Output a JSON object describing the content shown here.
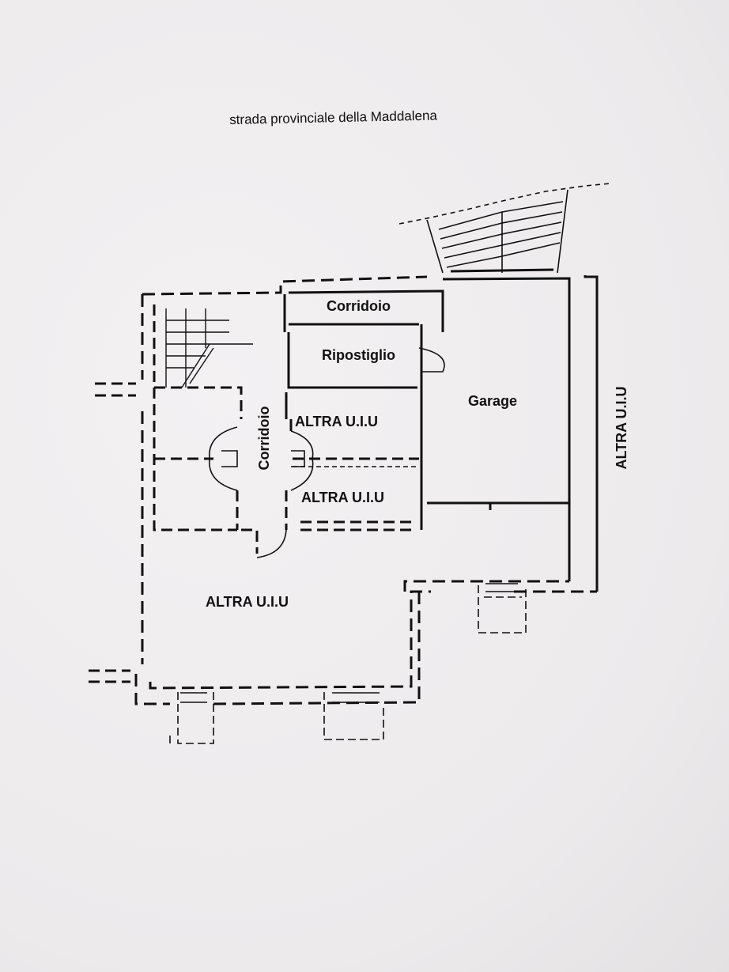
{
  "street": "strada provinciale della Maddalena",
  "rooms": {
    "corridoio_top": "Corridoio",
    "ripostiglio": "Ripostiglio",
    "garage": "Garage",
    "corridoio_vertical": "Corridoio",
    "altra_mid_upper": "ALTRA U.I.U",
    "altra_mid_lower": "ALTRA U.I.U",
    "altra_bottom": "ALTRA U.I.U",
    "altra_right": "ALTRA U.I.U"
  }
}
